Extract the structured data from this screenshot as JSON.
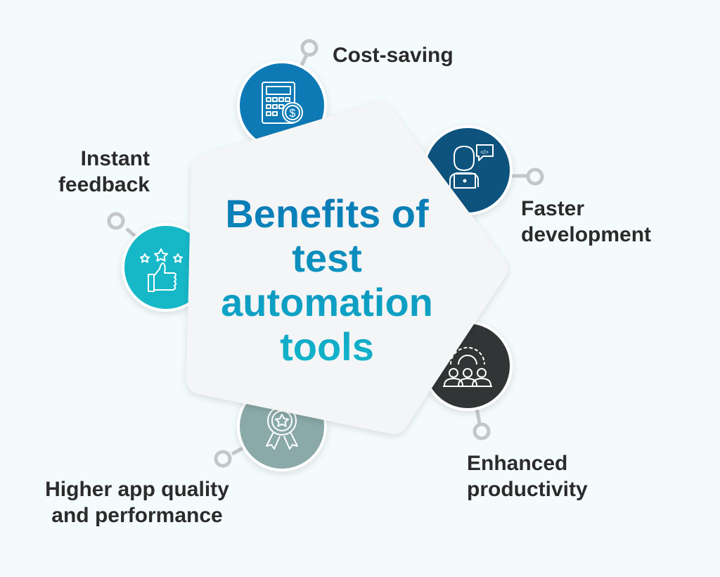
{
  "title_lines": [
    "Benefits of",
    "test",
    "automation",
    "tools"
  ],
  "benefits": [
    {
      "label": [
        "Cost-saving"
      ],
      "icon": "calculator-dollar-icon",
      "color": "#0d7ab5"
    },
    {
      "label": [
        "Faster",
        "development"
      ],
      "icon": "developer-laptop-icon",
      "color": "#0a527e"
    },
    {
      "label": [
        "Enhanced",
        "productivity"
      ],
      "icon": "team-gear-icon",
      "color": "#333536"
    },
    {
      "label": [
        "Higher app quality",
        "and performance"
      ],
      "icon": "award-badge-icon",
      "color": "#8aa9a8"
    },
    {
      "label": [
        "Instant",
        "feedback"
      ],
      "icon": "thumbs-up-stars-icon",
      "color": "#14b8c8"
    }
  ],
  "colors": {
    "background": "#f4fbfd",
    "pentagon": "#f4f5f6",
    "connector": "#c4c7c9",
    "text": "#2b2b2b"
  }
}
